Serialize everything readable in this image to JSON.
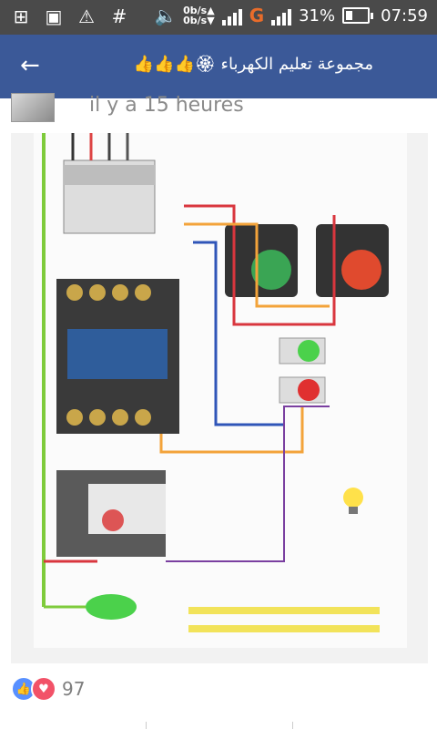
{
  "status_bar": {
    "net_up": "0b/s▲",
    "net_down": "0b/s▼",
    "network_type": "G",
    "battery": "31%",
    "time": "07:59",
    "icons": [
      "add-icon",
      "gallery-icon",
      "warning-icon",
      "hash-icon",
      "volume-icon",
      "signal-icon",
      "battery-icon"
    ]
  },
  "app_bar": {
    "title": "مجموعة تعليم الكهرباء 🏵👍👍👍"
  },
  "post": {
    "time_ago": "il y a 15 heures",
    "reaction_count": "97"
  },
  "colors": {
    "app_bar": "#3b5998",
    "status_bar": "#4a4a4a",
    "like": "#5890ff",
    "love": "#f25268"
  }
}
